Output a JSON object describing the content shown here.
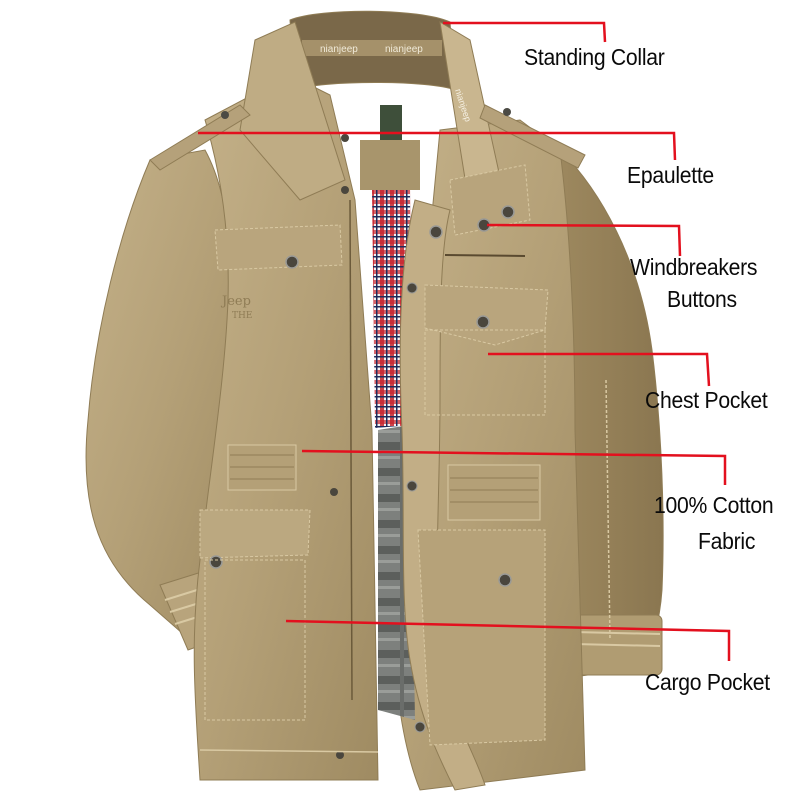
{
  "image": {
    "subject": "khaki cotton jacket with annotated features",
    "background_color": "#ffffff",
    "jacket_color": "#b8a47c",
    "jacket_shadow_color": "#8f7c55",
    "stitch_color": "#d9c9a3",
    "lining_plaid_colors": [
      "#c8242d",
      "#ffffff",
      "#1f2a5a"
    ],
    "inner_lining_color": "#6f7370",
    "annotation_line_color": "#e3101e",
    "label_color": "#0a0a0a"
  },
  "brand_marks": {
    "collar_text_1": "nianjeep",
    "collar_text_2": "nianjeep",
    "collar_tape_text": "nianjeep",
    "chest_embroidery_line1": "Jeep",
    "chest_embroidery_line2": "THE"
  },
  "annotations": [
    {
      "id": "standing-collar",
      "label": "Standing Collar"
    },
    {
      "id": "epaulette",
      "label": "Epaulette"
    },
    {
      "id": "windbreakers-buttons",
      "label_line1": "Windbreakers",
      "label_line2": "Buttons"
    },
    {
      "id": "chest-pocket",
      "label": "Chest Pocket"
    },
    {
      "id": "cotton-fabric",
      "label_line1": "100% Cotton",
      "label_line2": "Fabric"
    },
    {
      "id": "cargo-pocket",
      "label": "Cargo Pocket"
    }
  ]
}
